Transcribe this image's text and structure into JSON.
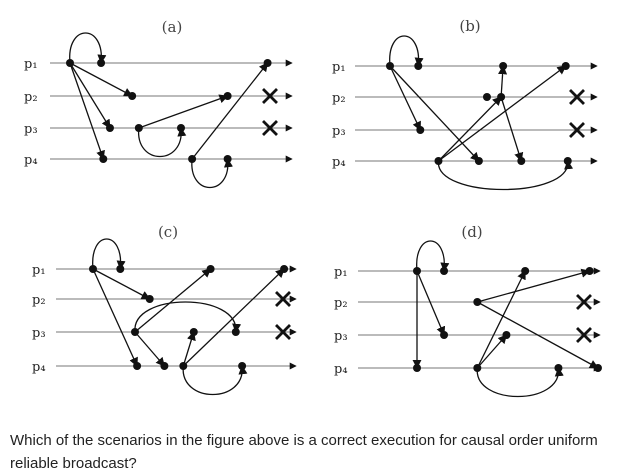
{
  "process_labels": [
    "p1",
    "p2",
    "p3",
    "p4"
  ],
  "panels": [
    {
      "id": "a",
      "label": "(a)",
      "events": [
        {
          "id": "a_s1",
          "p": 1,
          "t": 0.0
        },
        {
          "id": "a_d1",
          "p": 1,
          "t": 0.14
        },
        {
          "id": "a_e1",
          "p": 1,
          "t": 0.89
        },
        {
          "id": "a_d2",
          "p": 2,
          "t": 0.28
        },
        {
          "id": "a_e2",
          "p": 2,
          "t": 0.71
        },
        {
          "id": "a_d3",
          "p": 3,
          "t": 0.18
        },
        {
          "id": "a_s3",
          "p": 3,
          "t": 0.31
        },
        {
          "id": "a_d3b",
          "p": 3,
          "t": 0.5
        },
        {
          "id": "a_d4",
          "p": 4,
          "t": 0.15
        },
        {
          "id": "a_s4",
          "p": 4,
          "t": 0.55
        },
        {
          "id": "a_d4b",
          "p": 4,
          "t": 0.71
        }
      ],
      "messages": [
        {
          "from": "a_s1",
          "to": "a_d1",
          "loop": "up"
        },
        {
          "from": "a_s1",
          "to": "a_d2"
        },
        {
          "from": "a_s1",
          "to": "a_d3"
        },
        {
          "from": "a_s1",
          "to": "a_d4"
        },
        {
          "from": "a_s3",
          "to": "a_e2"
        },
        {
          "from": "a_s3",
          "to": "a_d3b",
          "loop": "down"
        },
        {
          "from": "a_s4",
          "to": "a_e1"
        },
        {
          "from": "a_s4",
          "to": "a_d4b",
          "loop": "down"
        }
      ],
      "crossed": [
        2,
        3
      ]
    },
    {
      "id": "b",
      "label": "(b)",
      "events": [
        {
          "id": "b_s1",
          "p": 1,
          "t": 0.0
        },
        {
          "id": "b_d1",
          "p": 1,
          "t": 0.14
        },
        {
          "id": "b_e1",
          "p": 1,
          "t": 0.56
        },
        {
          "id": "b_f1",
          "p": 1,
          "t": 0.87
        },
        {
          "id": "b_r2",
          "p": 2,
          "t": 0.48
        },
        {
          "id": "b_r2b",
          "p": 2,
          "t": 0.55
        },
        {
          "id": "b_d3",
          "p": 3,
          "t": 0.15
        },
        {
          "id": "b_s4",
          "p": 4,
          "t": 0.24
        },
        {
          "id": "b_d4",
          "p": 4,
          "t": 0.44
        },
        {
          "id": "b_e4",
          "p": 4,
          "t": 0.65
        },
        {
          "id": "b_f4",
          "p": 4,
          "t": 0.88
        }
      ],
      "messages": [
        {
          "from": "b_s1",
          "to": "b_d1",
          "loop": "up"
        },
        {
          "from": "b_s1",
          "to": "b_d3"
        },
        {
          "from": "b_s1",
          "to": "b_d4"
        },
        {
          "from": "b_s4",
          "to": "b_f1"
        },
        {
          "from": "b_s4",
          "to": "b_r2b"
        },
        {
          "from": "b_r2b",
          "to": "b_e1"
        },
        {
          "from": "b_r2b",
          "to": "b_e4"
        },
        {
          "from": "b_s4",
          "to": "b_f4",
          "loop": "down"
        }
      ],
      "crossed": [
        2,
        3
      ]
    },
    {
      "id": "c",
      "label": "(c)",
      "events": [
        {
          "id": "c_s1",
          "p": 1,
          "t": 0.0
        },
        {
          "id": "c_d1",
          "p": 1,
          "t": 0.13
        },
        {
          "id": "c_e1",
          "p": 1,
          "t": 0.56
        },
        {
          "id": "c_f1",
          "p": 1,
          "t": 0.91
        },
        {
          "id": "c_d2",
          "p": 2,
          "t": 0.27
        },
        {
          "id": "c_s3",
          "p": 3,
          "t": 0.2
        },
        {
          "id": "c_d3",
          "p": 3,
          "t": 0.48
        },
        {
          "id": "c_e3",
          "p": 3,
          "t": 0.68
        },
        {
          "id": "c_d4",
          "p": 4,
          "t": 0.21
        },
        {
          "id": "c_e4",
          "p": 4,
          "t": 0.34
        },
        {
          "id": "c_s4",
          "p": 4,
          "t": 0.43
        },
        {
          "id": "c_f4",
          "p": 4,
          "t": 0.71
        }
      ],
      "messages": [
        {
          "from": "c_s1",
          "to": "c_d1",
          "loop": "up"
        },
        {
          "from": "c_s1",
          "to": "c_d2"
        },
        {
          "from": "c_s1",
          "to": "c_d4"
        },
        {
          "from": "c_s3",
          "to": "c_e1"
        },
        {
          "from": "c_s3",
          "to": "c_e4"
        },
        {
          "from": "c_s3",
          "to": "c_e3",
          "loop": "up"
        },
        {
          "from": "c_s4",
          "to": "c_d3"
        },
        {
          "from": "c_s4",
          "to": "c_f1"
        },
        {
          "from": "c_s4",
          "to": "c_f4",
          "loop": "down"
        }
      ],
      "crossed": [
        2,
        3
      ]
    },
    {
      "id": "d",
      "label": "(d)",
      "events": [
        {
          "id": "d_s1",
          "p": 1,
          "t": 0.0
        },
        {
          "id": "d_d1",
          "p": 1,
          "t": 0.13
        },
        {
          "id": "d_e1",
          "p": 1,
          "t": 0.52
        },
        {
          "id": "d_f1",
          "p": 1,
          "t": 0.83
        },
        {
          "id": "d_s2",
          "p": 2,
          "t": 0.29
        },
        {
          "id": "d_d3",
          "p": 3,
          "t": 0.13
        },
        {
          "id": "d_e3",
          "p": 3,
          "t": 0.43
        },
        {
          "id": "d_d4",
          "p": 4,
          "t": 0.0
        },
        {
          "id": "d_s4",
          "p": 4,
          "t": 0.29
        },
        {
          "id": "d_e4",
          "p": 4,
          "t": 0.68
        },
        {
          "id": "d_f4",
          "p": 4,
          "t": 0.87
        }
      ],
      "messages": [
        {
          "from": "d_s1",
          "to": "d_d1",
          "loop": "up"
        },
        {
          "from": "d_s1",
          "to": "d_d3"
        },
        {
          "from": "d_s1",
          "to": "d_d4"
        },
        {
          "from": "d_s2",
          "to": "d_f1"
        },
        {
          "from": "d_s2",
          "to": "d_f4"
        },
        {
          "from": "d_s4",
          "to": "d_e1"
        },
        {
          "from": "d_s4",
          "to": "d_e3"
        },
        {
          "from": "d_s4",
          "to": "d_e4",
          "loop": "down"
        }
      ],
      "crossed": [
        2,
        3
      ]
    }
  ],
  "question": "Which of the scenarios in the figure above is a correct execution for causal order uniform reliable broadcast?"
}
